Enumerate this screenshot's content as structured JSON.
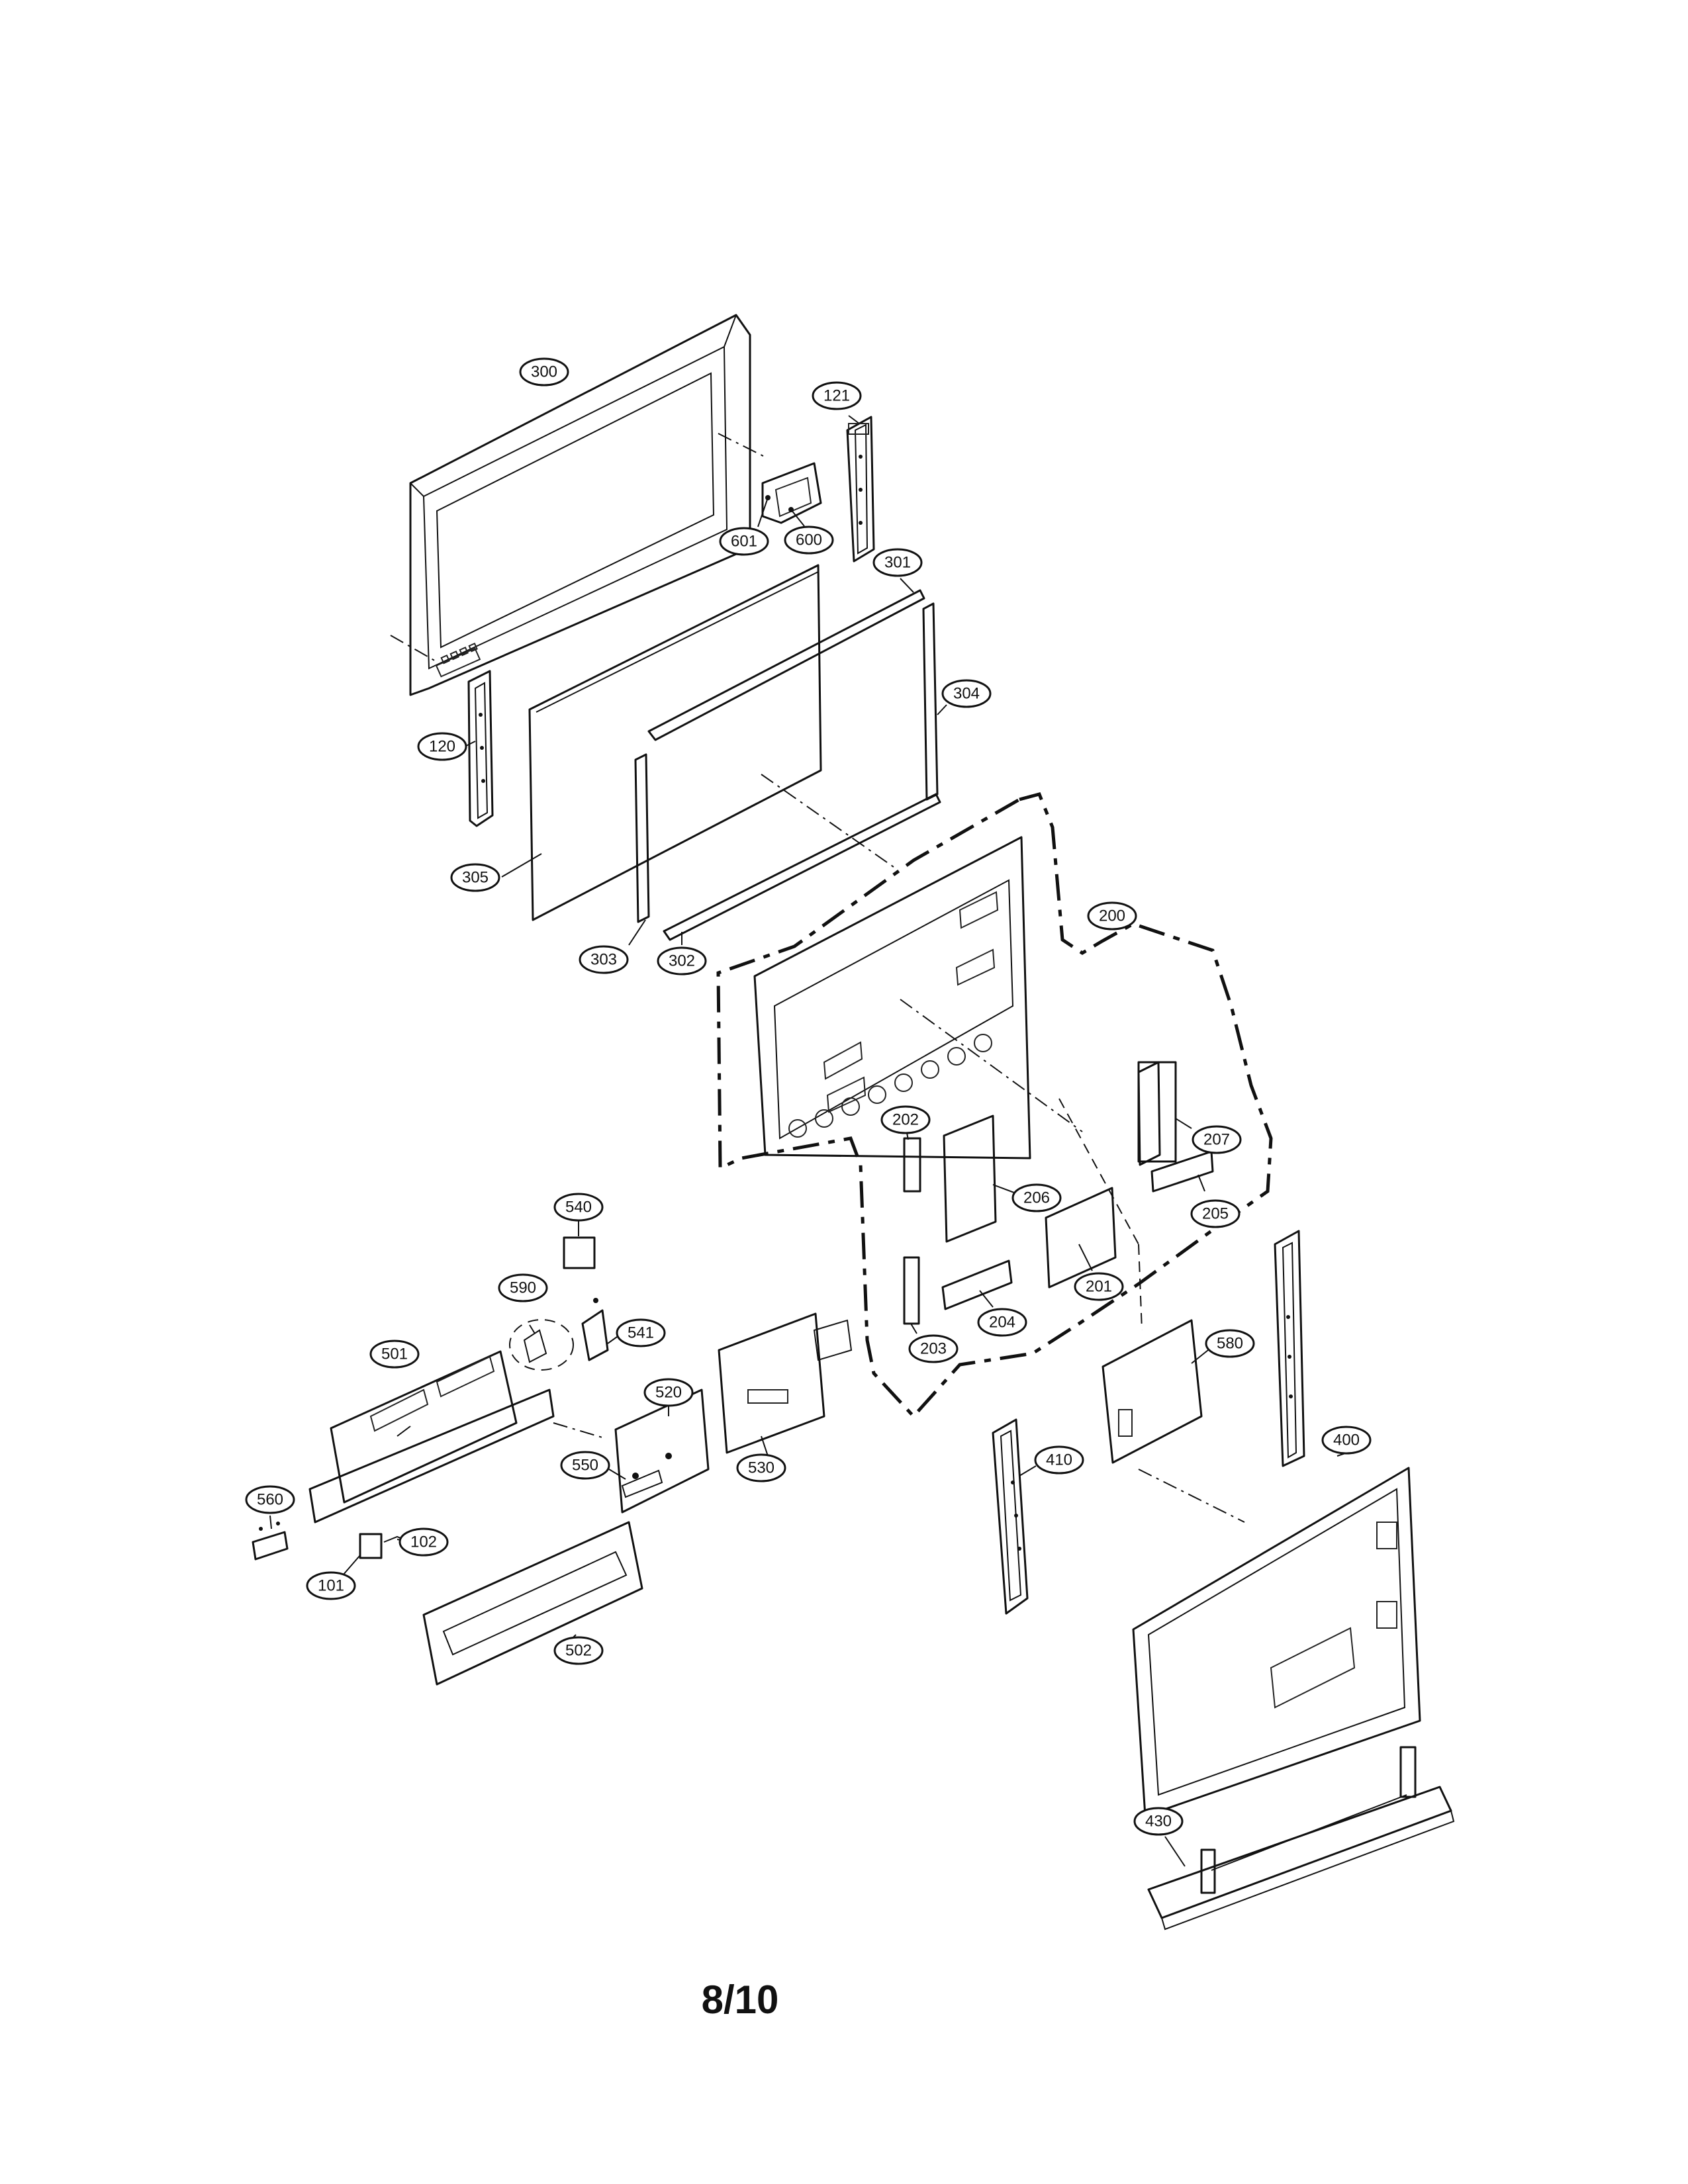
{
  "page_number": "8/10",
  "callouts": {
    "c300": "300",
    "c121": "121",
    "c601": "601",
    "c600": "600",
    "c301": "301",
    "c304": "304",
    "c120": "120",
    "c305": "305",
    "c303": "303",
    "c302": "302",
    "c200": "200",
    "c207": "207",
    "c202": "202",
    "c206": "206",
    "c205": "205",
    "c201": "201",
    "c204": "204",
    "c203": "203",
    "c580": "580",
    "c540": "540",
    "c590": "590",
    "c541": "541",
    "c501": "501",
    "c520": "520",
    "c550": "550",
    "c530": "530",
    "c410": "410",
    "c400": "400",
    "c560": "560",
    "c102": "102",
    "c101": "101",
    "c502": "502",
    "c430": "430"
  }
}
